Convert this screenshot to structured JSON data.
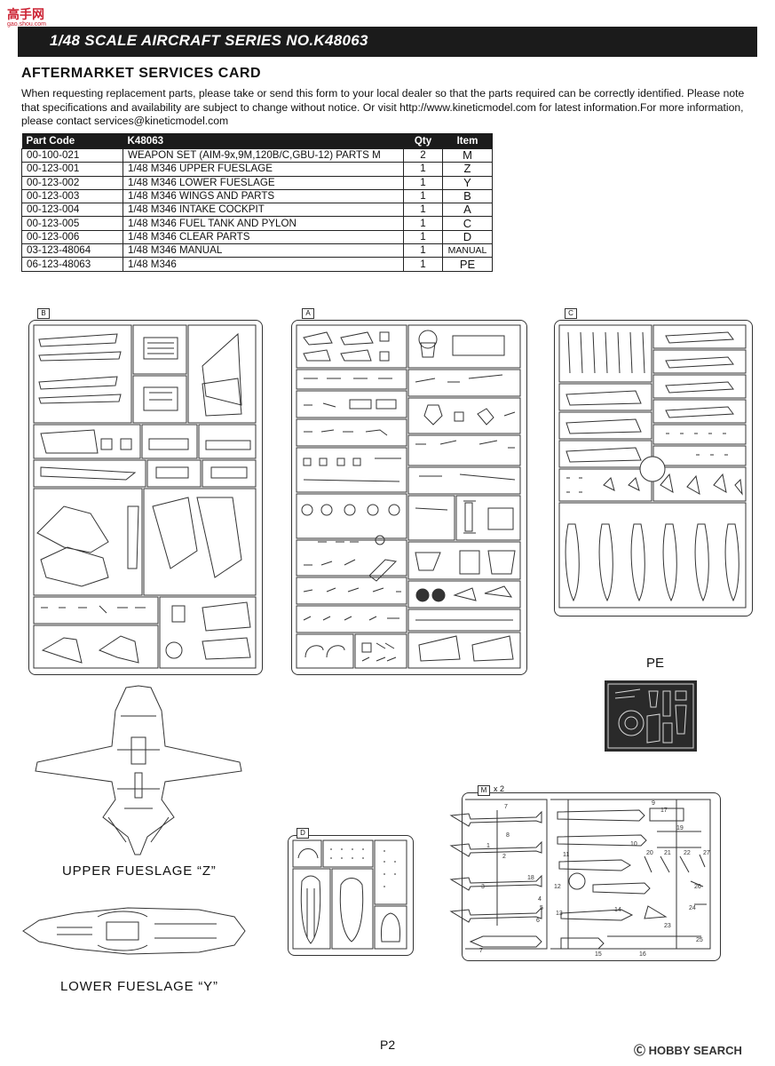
{
  "watermark": {
    "title": "高手网",
    "url": "gao.shou.com"
  },
  "header": {
    "title": "1/48 SCALE  AIRCRAFT  SERIES NO.K48063"
  },
  "card": {
    "title": "AFTERMARKET SERVICES CARD",
    "intro": "When requesting replacement parts, please take or send  this form to your local dealer so that the parts required can be correctly identified. Please note that specifications and availability are subject to change without notice. Or visit http://www.kineticmodel.com for latest information.For more information, please contact services@kineticmodel.com"
  },
  "parts_table": {
    "headers": [
      "Part Code",
      "K48063",
      "Qty",
      "Item"
    ],
    "rows": [
      [
        "00-100-021",
        "WEAPON SET (AIM-9x,9M,120B/C,GBU-12) PARTS M",
        "2",
        "M"
      ],
      [
        "00-123-001",
        "1/48 M346 UPPER FUESLAGE",
        "1",
        "Z"
      ],
      [
        "00-123-002",
        "1/48 M346 LOWER FUESLAGE",
        "1",
        "Y"
      ],
      [
        "00-123-003",
        "1/48 M346 WINGS AND PARTS",
        "1",
        "B"
      ],
      [
        "00-123-004",
        "1/48 M346 INTAKE COCKPIT",
        "1",
        "A"
      ],
      [
        "00-123-005",
        "1/48 M346 FUEL TANK AND PYLON",
        "1",
        "C"
      ],
      [
        "00-123-006",
        "1/48 M346 CLEAR PARTS",
        "1",
        "D"
      ],
      [
        "03-123-48064",
        "1/48 M346 MANUAL",
        "1",
        "MANUAL"
      ],
      [
        "06-123-48063",
        "1/48 M346",
        "1",
        "PE"
      ]
    ]
  },
  "sprues": {
    "b": "B",
    "a": "A",
    "c": "C",
    "d": "D",
    "m": "M",
    "m_qty": "x 2",
    "pe": "PE"
  },
  "m_numbers": [
    "7",
    "8",
    "9",
    "17",
    "1",
    "19",
    "10",
    "11",
    "20",
    "21",
    "22",
    "27",
    "2",
    "18",
    "3",
    "12",
    "26",
    "4",
    "5",
    "13",
    "14",
    "24",
    "6",
    "23",
    "25",
    "7",
    "15",
    "16"
  ],
  "figures": {
    "upper": "UPPER FUESLAGE “Z”",
    "lower": "LOWER FUESLAGE “Y”"
  },
  "footer": {
    "page": "P2",
    "brand_prefix": "Ⓒ",
    "brand_hobby": "HOBBY",
    "brand_search": "SEARCH"
  }
}
